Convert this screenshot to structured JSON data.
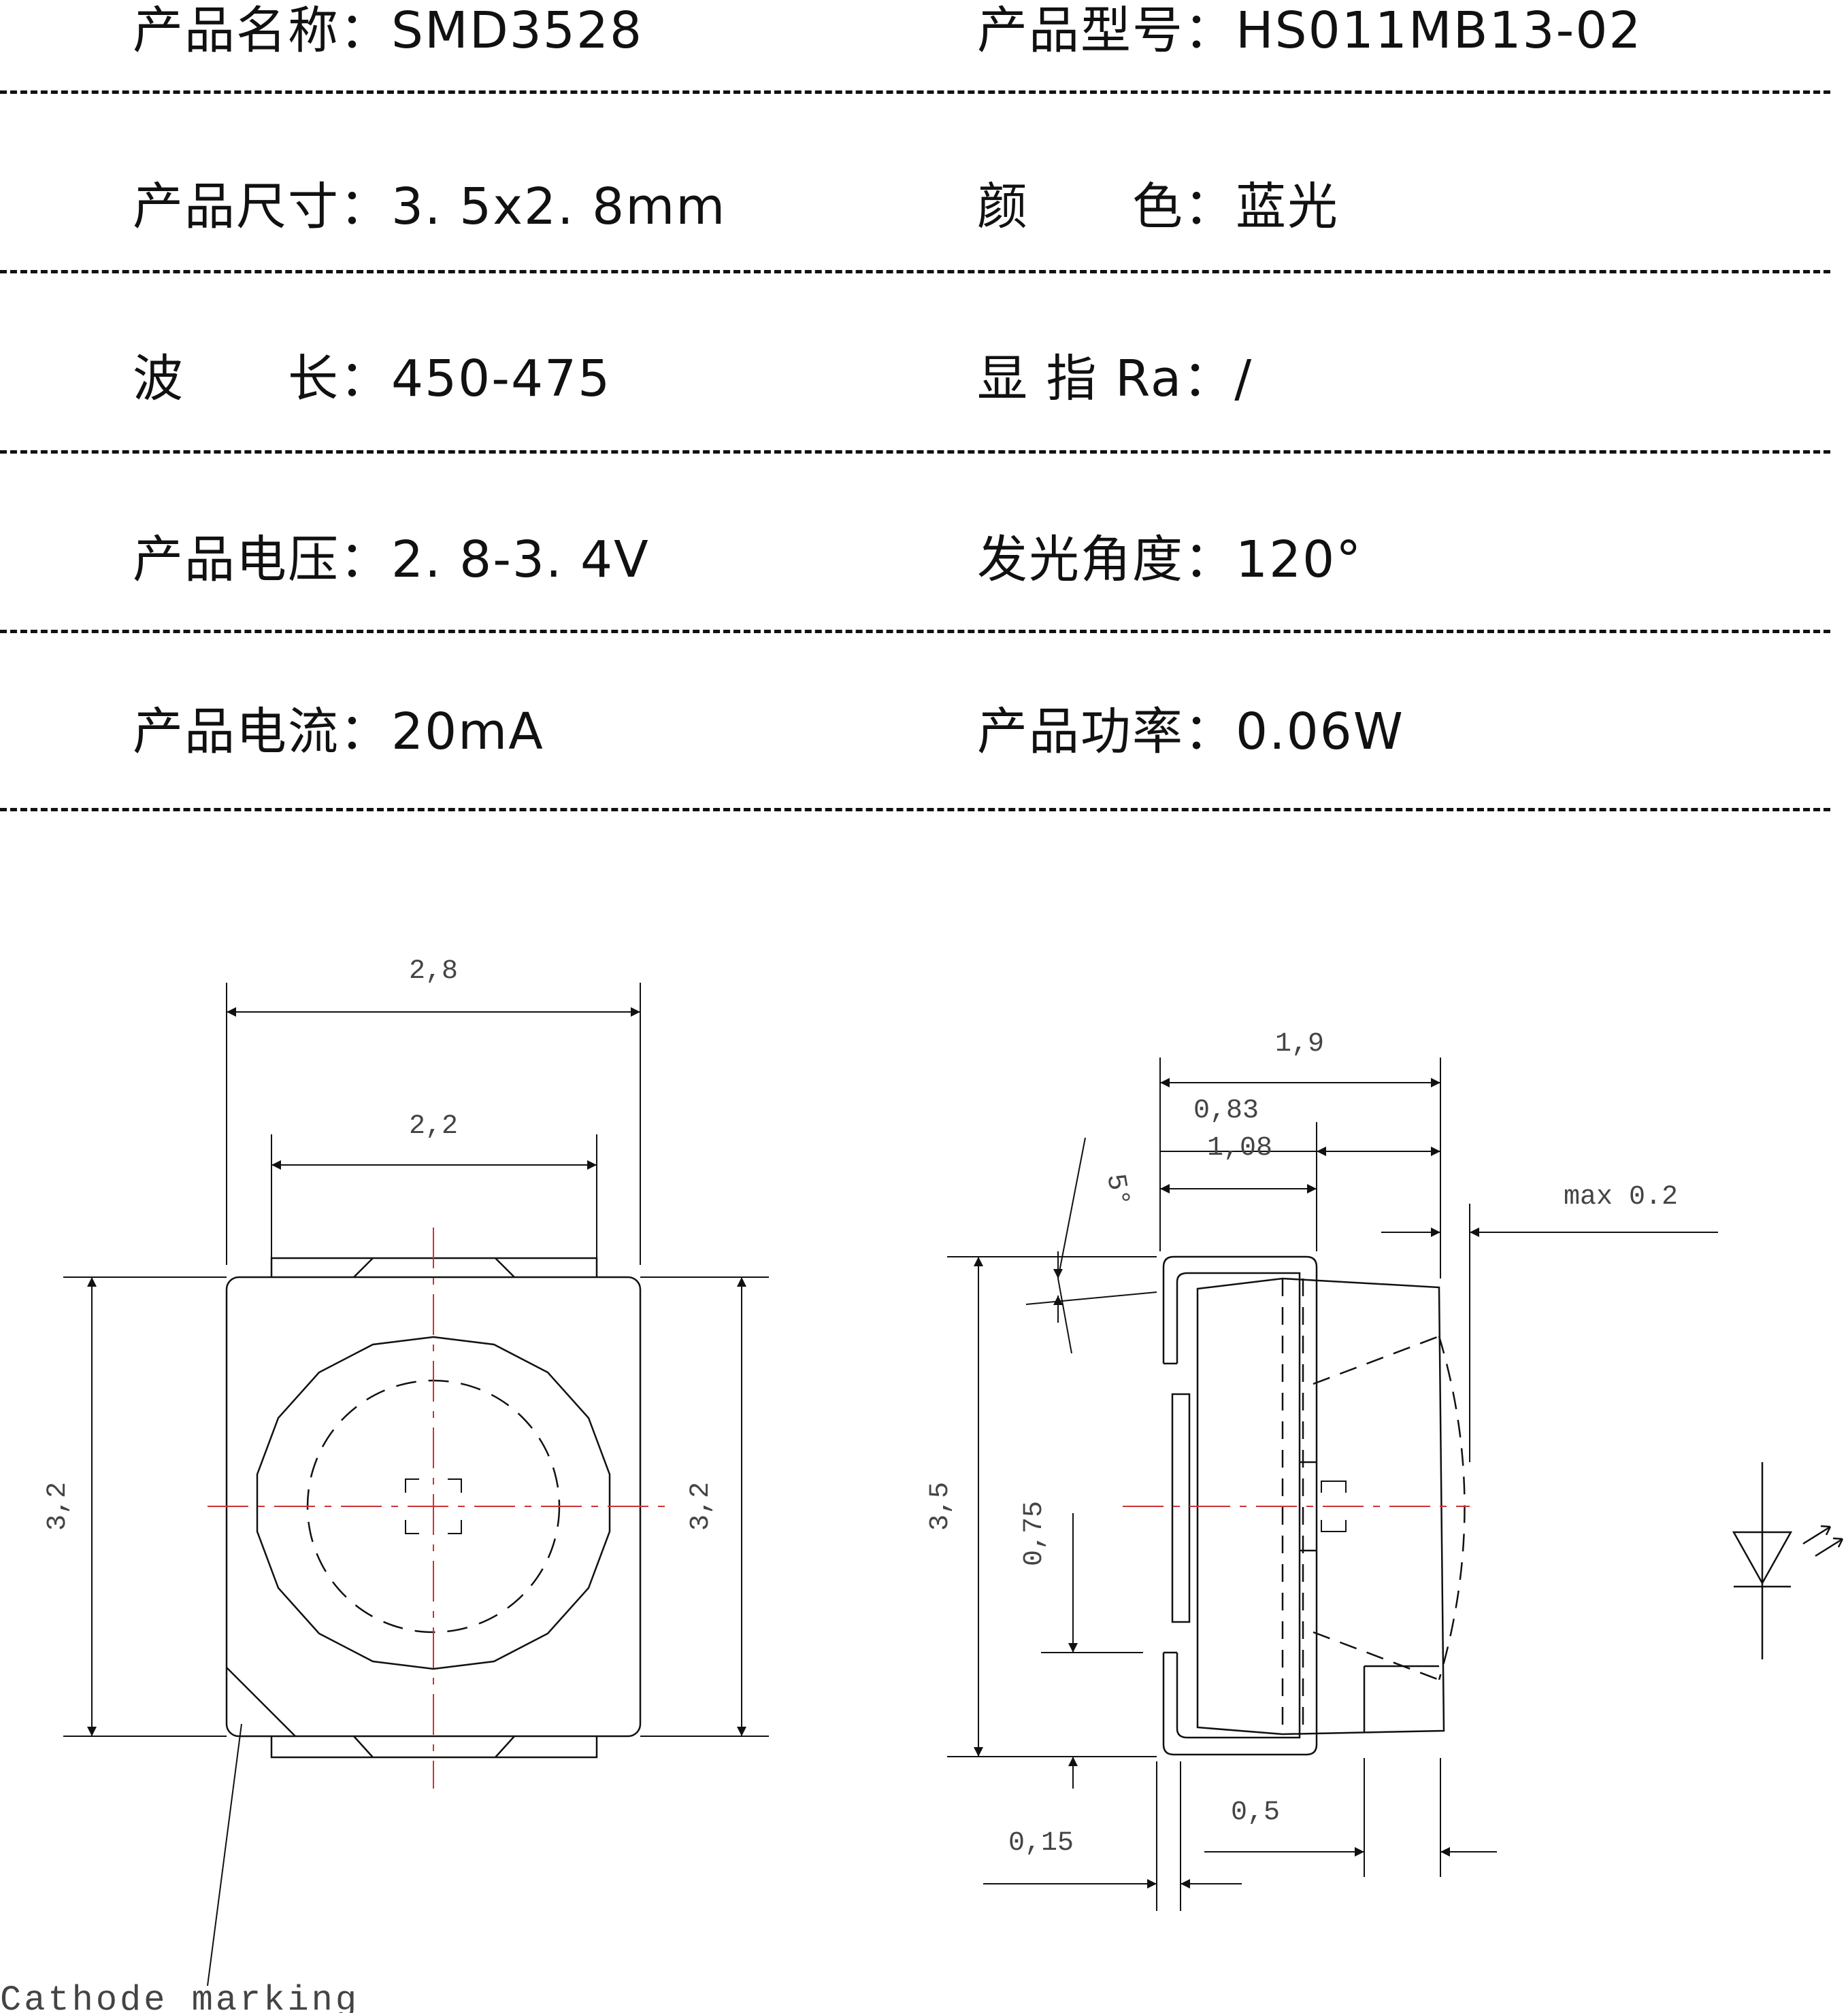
{
  "spec_table": {
    "rows": [
      {
        "left": {
          "label": "产品名称：",
          "value": "SMD3528"
        },
        "right": {
          "label": "产品型号：",
          "value": "HS011MB13-02"
        }
      },
      {
        "left": {
          "label": "产品尺寸：",
          "value": "3. 5x2. 8mm"
        },
        "right": {
          "label": "颜　　色：",
          "value": "蓝光"
        }
      },
      {
        "left": {
          "label": "波　　长：",
          "value": "450-475"
        },
        "right": {
          "label": "显 指 Ra：",
          "value": "/"
        }
      },
      {
        "left": {
          "label": "产品电压：",
          "value": "2. 8-3. 4V"
        },
        "right": {
          "label": "发光角度：",
          "value": "120°"
        }
      },
      {
        "left": {
          "label": "产品电流：",
          "value": "20mA"
        },
        "right": {
          "label": "产品功率：",
          "value": "0.06W"
        }
      }
    ]
  },
  "drawing": {
    "front_view": {
      "width_outer": "2,8",
      "width_pads": "2,2",
      "height_left": "3,2",
      "height_right": "3,2",
      "cathode_label": "Cathode marking"
    },
    "side_view": {
      "top_total": "1,9",
      "top_a": "0,83",
      "top_b": "1,08",
      "angle": "5°",
      "max_note": "max 0.2",
      "height_total": "3,5",
      "pad_height": "0,75",
      "bottom_gap": "0,15",
      "bottom_width": "0,5"
    }
  },
  "colors": {
    "line": "#111111",
    "centerline": "#cc3333",
    "dim_text": "#444444"
  }
}
